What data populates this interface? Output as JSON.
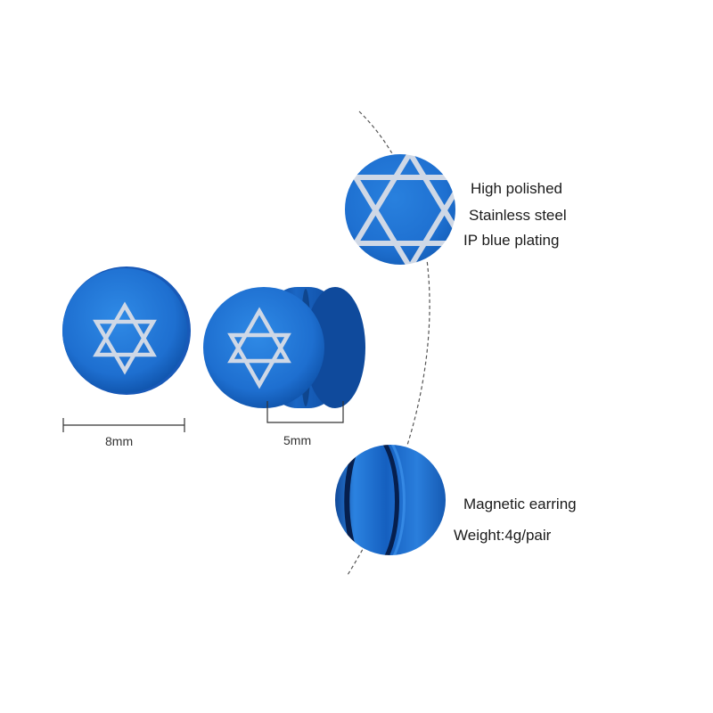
{
  "dimensions": {
    "diameter_label": "8mm",
    "thickness_label": "5mm"
  },
  "features": {
    "top": [
      "High polished",
      "Stainless steel",
      "IP blue plating"
    ],
    "bottom": [
      "Magnetic earring",
      "Weight:4g/pair"
    ]
  },
  "colors": {
    "blue": "#1e6fd0",
    "blue_dark": "#0f4ea8",
    "engraving": "#cfd8e6"
  },
  "icons": {
    "engraving": "star-of-david-icon"
  }
}
